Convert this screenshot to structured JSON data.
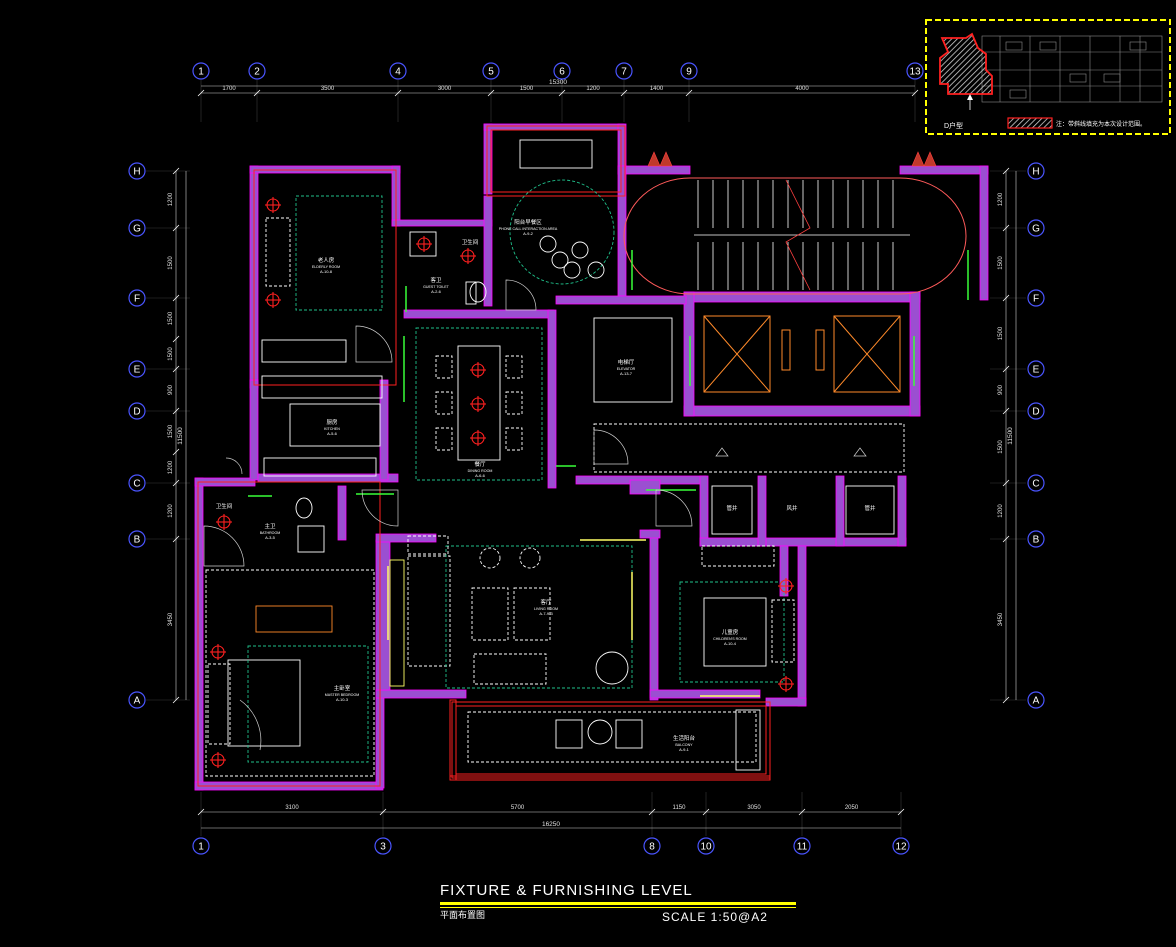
{
  "grid": {
    "top_labels": [
      "1",
      "2",
      "4",
      "5",
      "6",
      "7",
      "9",
      "13"
    ],
    "bottom_labels": [
      "1",
      "3",
      "8",
      "10",
      "11",
      "12"
    ],
    "row_labels": [
      "H",
      "G",
      "F",
      "E",
      "D",
      "C",
      "B",
      "A"
    ]
  },
  "dimensions": {
    "top_total": "15300",
    "top_segments": [
      "1700",
      "3500",
      "3000",
      "1500",
      "1200",
      "1400",
      "4000"
    ],
    "bottom_total": "16250",
    "bottom_segments": [
      "3100",
      "5700",
      "1150",
      "3050",
      "2050"
    ],
    "left_segments": [
      "1200",
      "1500",
      "1500",
      "1500",
      "900",
      "1500",
      "1200",
      "1200",
      "3450"
    ],
    "left_total": "11500",
    "right_segments": [
      "1200",
      "1500",
      "1500",
      "900",
      "1500",
      "1200",
      "3450"
    ],
    "right_total": "11500"
  },
  "rooms": [
    {
      "cn": "老人房",
      "en": "ELDERLY ROOM",
      "code": "A-10-8"
    },
    {
      "cn": "卫生间",
      "en": "",
      "code": ""
    },
    {
      "cn": "客卫",
      "en": "GUEST TOILET",
      "code": "A-2-6"
    },
    {
      "cn": "阳台早餐区",
      "en": "PHONE CALL INTERACTION AREA",
      "code": "A-9-2"
    },
    {
      "cn": "厨房",
      "en": "KITCHEN",
      "code": "A-5-6"
    },
    {
      "cn": "餐厅",
      "en": "DINING ROOM",
      "code": "A-6-6"
    },
    {
      "cn": "电梯厅",
      "en": "ELEVATOR",
      "code": "A-13-7"
    },
    {
      "cn": "主卫",
      "en": "BATHROOM",
      "code": "A-3-5"
    },
    {
      "cn": "卫生间",
      "en": "",
      "code": ""
    },
    {
      "cn": "客厅",
      "en": "LIVING ROOM",
      "code": "A-7-9-3"
    },
    {
      "cn": "儿童房",
      "en": "CHILDREN'S ROOM",
      "code": "A-10-4"
    },
    {
      "cn": "主卧室",
      "en": "MASTER BEDROOM",
      "code": "A-10-3"
    },
    {
      "cn": "生活阳台",
      "en": "BALCONY",
      "code": "A-9-1"
    },
    {
      "cn": "管井",
      "en": "",
      "code": ""
    },
    {
      "cn": "风井",
      "en": "",
      "code": ""
    },
    {
      "cn": "管井",
      "en": "",
      "code": ""
    }
  ],
  "key_plan": {
    "unit_label": "D户型",
    "legend_note": "注：带斜线填充为本次设计范围。"
  },
  "title": {
    "main": "FIXTURE & FURNISHING LEVEL",
    "sub": "平面布置图",
    "scale": "SCALE  1:50@A2"
  },
  "colors": {
    "background": "#000000",
    "wall": "#9b4fd1",
    "wall_outline": "#ff00ff",
    "furniture": "#ffffff",
    "dims": "#d0d0d0",
    "grid_bubble": "#4a55ff",
    "accent_red": "#ff2020",
    "door": "#d0d0d0",
    "highlight": "#ffff00",
    "glass": "#39ff39"
  }
}
